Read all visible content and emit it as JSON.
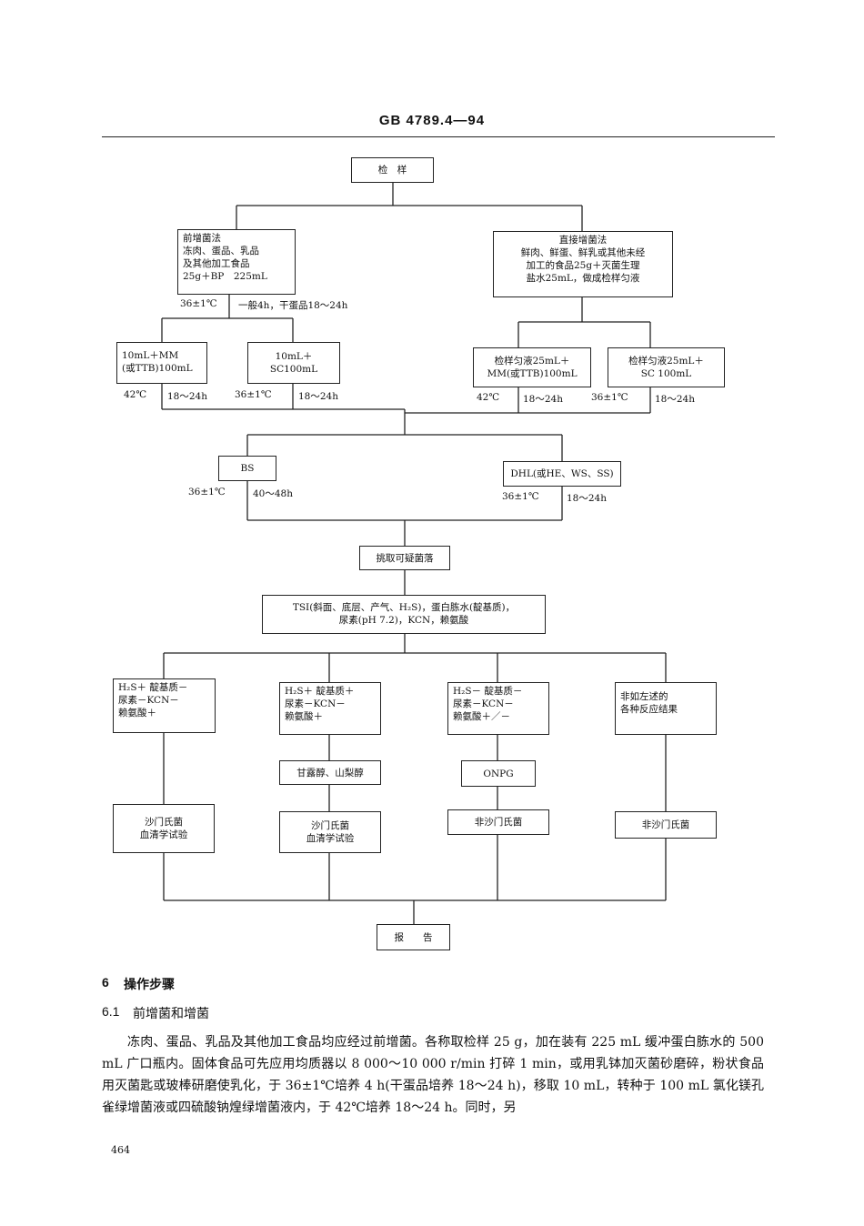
{
  "header": {
    "title": "GB 4789.4—94"
  },
  "flow": {
    "sample": "检　样",
    "pre_enrich": "前增菌法\n冻肉、蛋品、乳品\n及其他加工食品\n25g＋BP　225mL",
    "direct_enrich": "直接增菌法\n鲜肉、鲜蛋、鲜乳或其他未经\n加工的食品25g＋灭菌生理\n盐水25mL，做成检样匀液",
    "pre_temp": "36±1℃",
    "pre_time": "一般4h，干蛋品18～24h",
    "mm_left": "10mL＋MM\n(或TTB)100mL",
    "sc_left": "10mL＋SC100mL",
    "mm_right": "检样匀液25mL＋\nMM(或TTB)100mL",
    "sc_right": "检样匀液25mL＋\nSC 100mL",
    "t42_a": "42℃",
    "h18_a": "18～24h",
    "t36_a": "36±1℃",
    "h18_b": "18～24h",
    "t42_b": "42℃",
    "h18_c": "18～24h",
    "t36_b": "36±1℃",
    "h18_d": "18～24h",
    "bs": "BS",
    "dhl": "DHL(或HE、WS、SS)",
    "bs_temp": "36±1℃",
    "bs_time": "40～48h",
    "dhl_temp": "36±1℃",
    "dhl_time": "18～24h",
    "pick": "挑取可疑菌落",
    "tsi": "TSI(斜面、底层、产气、H₂S)，蛋白胨水(靛基质)，\n尿素(pH 7.2)，KCN，赖氨酸",
    "r1": "H₂S＋ 靛基质－\n尿素－KCN－\n赖氨酸＋",
    "r2": "H₂S＋ 靛基质＋\n尿素－KCN－\n赖氨酸＋",
    "r3": "H₂S－ 靛基质－\n尿素－KCN－\n赖氨酸＋／－",
    "r4": "非如左述的\n各种反应结果",
    "mannitol": "甘露醇、山梨醇",
    "onpg": "ONPG",
    "sal1": "沙门氏菌\n血清学试验",
    "sal2": "沙门氏菌\n血清学试验",
    "nonsal1": "非沙门氏菌",
    "nonsal2": "非沙门氏菌",
    "report": "报　　告"
  },
  "section": {
    "number": "6",
    "title": "操作步骤"
  },
  "subsection": {
    "number": "6.1",
    "title": "前增菌和增菌"
  },
  "paragraph": "冻肉、蛋品、乳品及其他加工食品均应经过前增菌。各称取检样 25 g，加在装有 225 mL 缓冲蛋白胨水的 500 mL 广口瓶内。固体食品可先应用均质器以 8 000～10 000 r/min 打碎 1 min，或用乳钵加灭菌砂磨碎，粉状食品用灭菌匙或玻棒研磨使乳化，于 36±1℃培养 4 h(干蛋品培养 18～24 h)，移取 10 mL，转种于 100 mL 氯化镁孔雀绿增菌液或四硫酸钠煌绿增菌液内，于 42℃培养 18～24 h。同时，另",
  "page_number": "464"
}
